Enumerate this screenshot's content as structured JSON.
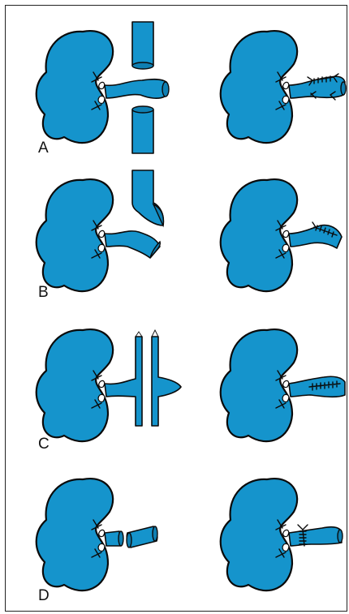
{
  "figure": {
    "panels": [
      {
        "id": "A",
        "label": "A"
      },
      {
        "id": "B",
        "label": "B"
      },
      {
        "id": "C",
        "label": "C"
      },
      {
        "id": "D",
        "label": "D"
      }
    ]
  },
  "colors": {
    "organ_fill": "#1594CC",
    "outline": "#0a0a0a",
    "background": "#ffffff"
  },
  "icons": {
    "left_organ": "kidney-with-vessel-before-anastomosis",
    "right_organ": "kidney-with-vessel-after-anastomosis"
  }
}
